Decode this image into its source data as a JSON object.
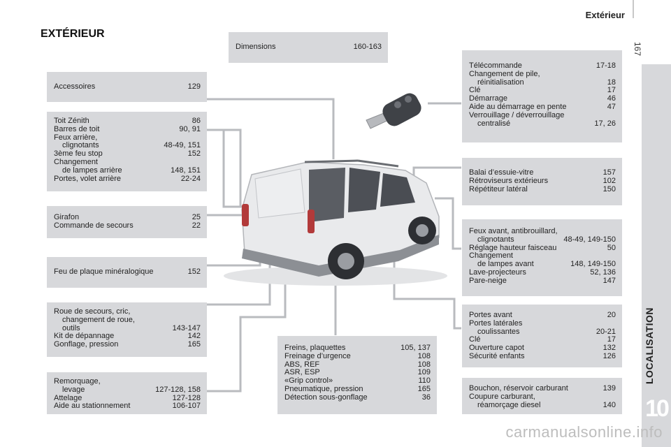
{
  "header": {
    "title": "Extérieur",
    "page_number": "167"
  },
  "side_tab": {
    "label": "LOCALISATION",
    "chapter": "10"
  },
  "section_title": "EXTÉRIEUR",
  "boxes": {
    "dimensions": [
      {
        "label": "Dimensions",
        "page": "160-163"
      }
    ],
    "accessoires": [
      {
        "label": "Accessoires",
        "page": "129"
      }
    ],
    "toit": [
      {
        "label": "Toit Zénith",
        "page": "86"
      },
      {
        "label": "Barres de toit",
        "page": "90, 91"
      },
      {
        "label": "Feux arrière,",
        "cont": "clignotants",
        "page": "48-49, 151"
      },
      {
        "label": "3ème feu stop",
        "page": "152"
      },
      {
        "label": "Changement",
        "cont": "de lampes arrière",
        "page": "148, 151"
      },
      {
        "label": "Portes, volet arrière",
        "page": "22-24"
      }
    ],
    "girafon": [
      {
        "label": "Girafon",
        "page": "25"
      },
      {
        "label": "Commande de secours",
        "page": "22"
      }
    ],
    "plaque": [
      {
        "label": "Feu de plaque minéralogique",
        "page": "152"
      }
    ],
    "roue": [
      {
        "label": "Roue de secours, cric,",
        "cont": "changement de roue,",
        "cont2": "outils",
        "page": "143-147"
      },
      {
        "label": "Kit de dépannage",
        "page": "142"
      },
      {
        "label": "Gonflage, pression",
        "page": "165"
      }
    ],
    "remorquage": [
      {
        "label": "Remorquage,",
        "cont": "levage",
        "page": "127-128, 158"
      },
      {
        "label": "Attelage",
        "page": "127-128"
      },
      {
        "label": "Aide au stationnement",
        "page": "106-107"
      }
    ],
    "freins": [
      {
        "label": "Freins, plaquettes",
        "page": "105, 137"
      },
      {
        "label": "Freinage d’urgence",
        "page": "108"
      },
      {
        "label": "ABS, REF",
        "page": "108"
      },
      {
        "label": "ASR, ESP",
        "page": "109"
      },
      {
        "label": "«Grip control»",
        "page": "110"
      },
      {
        "label": "Pneumatique, pression",
        "page": "165"
      },
      {
        "label": "Détection sous-gonflage",
        "page": "36"
      }
    ],
    "telecommande": [
      {
        "label": "Télécommande",
        "page": "17-18"
      },
      {
        "label": "Changement de pile,",
        "cont": "réinitialisation",
        "page": "18"
      },
      {
        "label": "Clé",
        "page": "17"
      },
      {
        "label": "Démarrage",
        "page": "46"
      },
      {
        "label": "Aide au démarrage en pente",
        "page": "47"
      },
      {
        "label": "Verrouillage / déverrouillage",
        "cont": "centralisé",
        "page": "17, 26"
      }
    ],
    "balai": [
      {
        "label": "Balai d’essuie-vitre",
        "page": "157"
      },
      {
        "label": "Rétroviseurs extérieurs",
        "page": "102"
      },
      {
        "label": "Répétiteur latéral",
        "page": "150"
      }
    ],
    "feux_avant": [
      {
        "label": "Feux avant, antibrouillard,",
        "cont": "clignotants",
        "page": "48-49, 149-150"
      },
      {
        "label": "Réglage hauteur faisceau",
        "page": "50"
      },
      {
        "label": "Changement",
        "cont": "de lampes avant",
        "page": "148, 149-150"
      },
      {
        "label": "Lave-projecteurs",
        "page": "52, 136"
      },
      {
        "label": "Pare-neige",
        "page": "147"
      }
    ],
    "portes": [
      {
        "label": "Portes avant",
        "page": "20"
      },
      {
        "label": "Portes latérales",
        "cont": "coulissantes",
        "page": "20-21"
      },
      {
        "label": "Clé",
        "page": "17"
      },
      {
        "label": "Ouverture capot",
        "page": "132"
      },
      {
        "label": "Sécurité enfants",
        "page": "126"
      }
    ],
    "bouchon": [
      {
        "label": "Bouchon, réservoir carburant",
        "page": "139"
      },
      {
        "label": "Coupure carburant,",
        "cont": "réamorçage diesel",
        "page": "140"
      }
    ]
  },
  "watermark": "carmanualsonline.info",
  "colors": {
    "box_bg": "#d7d8db",
    "leader": "#b9bbbf",
    "car_body": "#e9eaec"
  }
}
